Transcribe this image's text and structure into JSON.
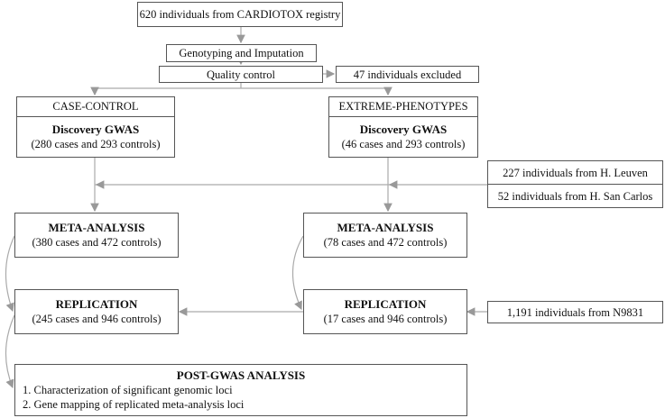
{
  "registry": "620 individuals from CARDIOTOX registry",
  "genotyping": "Genotyping and Imputation",
  "quality_control": "Quality control",
  "excluded": "47 individuals excluded",
  "case_control": {
    "header": "CASE-CONTROL",
    "title": "Discovery GWAS",
    "detail": "(280 cases and 293 controls)"
  },
  "extreme": {
    "header": "EXTREME-PHENOTYPES",
    "title": "Discovery GWAS",
    "detail": "(46 cases and 293 controls)"
  },
  "leuven": "227 individuals from H. Leuven",
  "san_carlos": "52 individuals from H. San Carlos",
  "meta_left": {
    "title": "META-ANALYSIS",
    "detail": "(380 cases and 472 controls)"
  },
  "meta_right": {
    "title": "META-ANALYSIS",
    "detail": "(78 cases and 472 controls)"
  },
  "rep_left": {
    "title": "REPLICATION",
    "detail": "(245 cases and 946 controls)"
  },
  "rep_right": {
    "title": "REPLICATION",
    "detail": "(17 cases and 946 controls)"
  },
  "n9831": "1,191 individuals from N9831",
  "post": {
    "title": "POST-GWAS ANALYSIS",
    "item1": "1. Characterization of significant genomic loci",
    "item2": "2. Gene mapping of replicated meta-analysis loci"
  }
}
